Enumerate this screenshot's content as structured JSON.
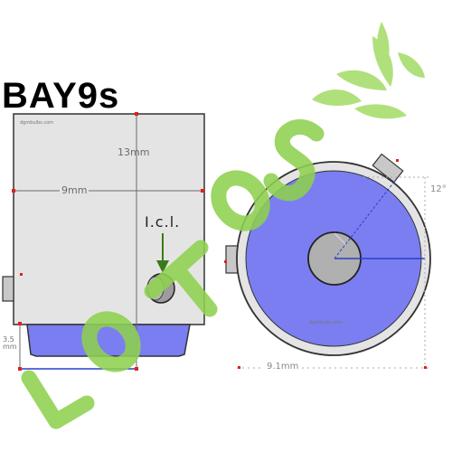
{
  "title": "BAY9s",
  "side_view": {
    "brand_text": "dgmbulbs.com",
    "length_label": "13mm",
    "diameter_label": "9mm",
    "icl_label": "I.c.l.",
    "base_label": "3.5\nmm"
  },
  "front_view": {
    "brand_text": "dgmbulbs.com",
    "diameter_label": "9.1mm",
    "angle_label": "12°"
  },
  "watermark_text": "LOTOS",
  "colors": {
    "body": "#e4e4e4",
    "outline": "#333333",
    "base_blue": "#7a7ef0",
    "dim_red": "#e02020",
    "dim_blue": "#2a3fc8",
    "watermark_green": "#8fd14f",
    "pin_gray": "#b0b0b0"
  }
}
